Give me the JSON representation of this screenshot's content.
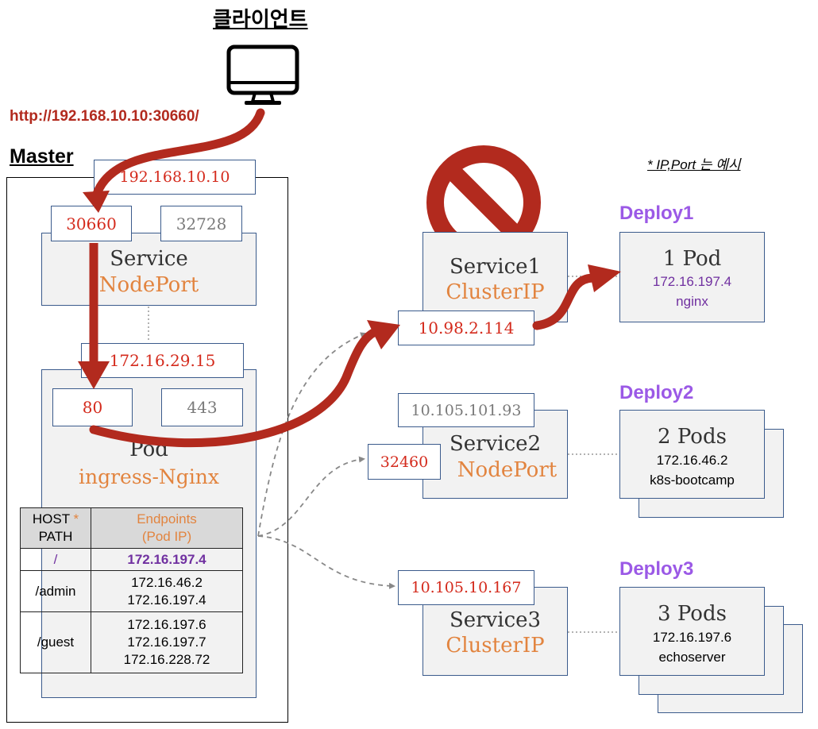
{
  "client": {
    "title": "클라이언트",
    "icon": "monitor-icon",
    "url": "http://192.168.10.10:30660/"
  },
  "master": {
    "title": "Master",
    "node_ip": "192.168.10.10"
  },
  "service_nodeport": {
    "name": "Service",
    "type": "NodePort",
    "port_http": "30660",
    "port_https": "32728"
  },
  "pod": {
    "ip": "172.16.29.15",
    "name": "Pod",
    "app": "ingress-Nginx",
    "port_http": "80",
    "port_https": "443"
  },
  "routing_table": {
    "header_host": "HOST",
    "header_star": "*",
    "header_path": "PATH",
    "header_endpoints": "Endpoints",
    "header_endpoints_sub": "(Pod IP)",
    "rows": [
      {
        "path": "/",
        "endpoints": [
          "172.16.197.4"
        ]
      },
      {
        "path": "/admin",
        "endpoints": [
          "172.16.46.2",
          "172.16.197.4"
        ]
      },
      {
        "path": "/guest",
        "endpoints": [
          "172.16.197.6",
          "172.16.197.7",
          "172.16.228.72"
        ]
      }
    ]
  },
  "note": "* IP,Port 는 예시",
  "blocked_icon": "prohibited-icon",
  "service1": {
    "name": "Service1",
    "type": "ClusterIP",
    "ip": "10.98.2.114"
  },
  "service2": {
    "name": "Service2",
    "type": "NodePort",
    "ip": "10.105.101.93",
    "port": "32460"
  },
  "service3": {
    "name": "Service3",
    "type": "ClusterIP",
    "ip": "10.105.10.167"
  },
  "deploy1": {
    "title": "Deploy1",
    "pods": "1 Pod",
    "ip": "172.16.197.4",
    "app": "nginx"
  },
  "deploy2": {
    "title": "Deploy2",
    "pods": "2 Pods",
    "ip": "172.16.46.2",
    "app": "k8s-bootcamp"
  },
  "deploy3": {
    "title": "Deploy3",
    "pods": "3 Pods",
    "ip": "172.16.197.6",
    "app": "echoserver"
  },
  "colors": {
    "accent_red": "#b22a1e",
    "box_border": "#3b5b8c",
    "orange": "#e2843f",
    "purple": "#9b59e6"
  }
}
